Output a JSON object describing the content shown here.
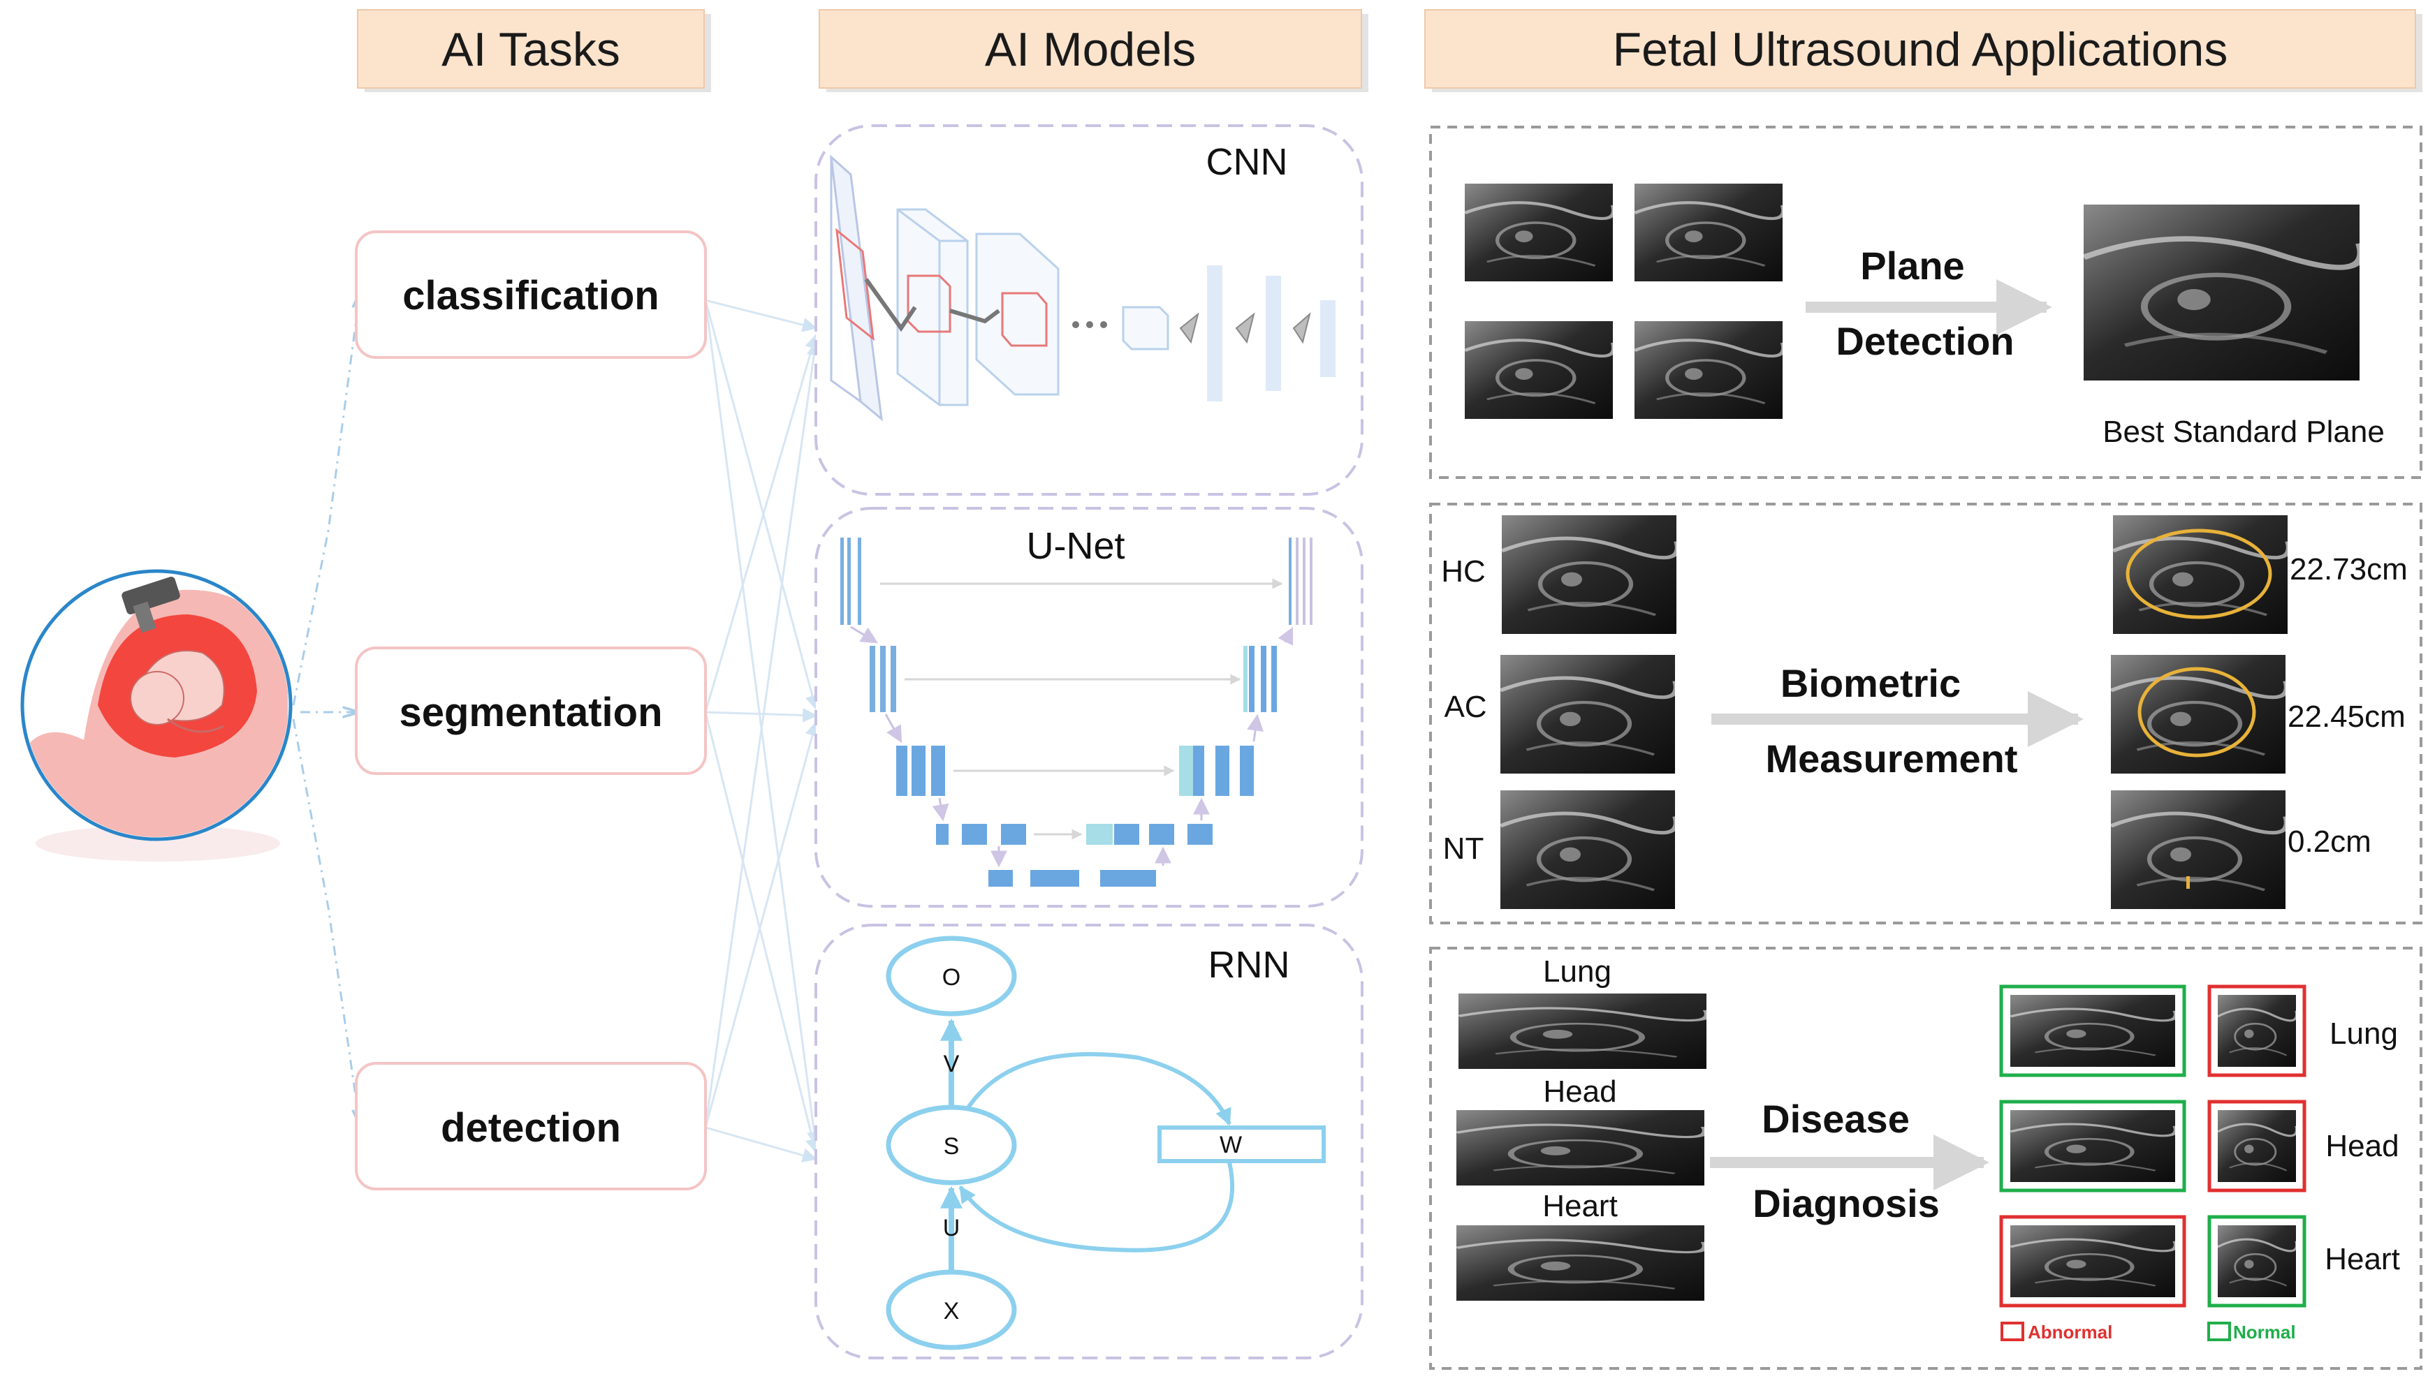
{
  "headers": {
    "tasks": "AI Tasks",
    "models": "AI Models",
    "applications": "Fetal Ultrasound Applications"
  },
  "tasks": [
    "classification",
    "segmentation",
    "detection"
  ],
  "models": {
    "cnn": "CNN",
    "unet": "U-Net",
    "rnn": "RNN"
  },
  "rnn": {
    "o": "O",
    "v": "V",
    "s": "S",
    "w": "W",
    "u": "U",
    "x": "X"
  },
  "plane": {
    "line1": "Plane",
    "line2": "Detection",
    "caption": "Best Standard Plane"
  },
  "biometric": {
    "line1": "Biometric",
    "line2": "Measurement",
    "rows": [
      {
        "label": "HC",
        "value": "22.73cm"
      },
      {
        "label": "AC",
        "value": "22.45cm"
      },
      {
        "label": "NT",
        "value": "0.2cm"
      }
    ]
  },
  "disease": {
    "line1": "Disease",
    "line2": "Diagnosis",
    "organs": [
      "Lung",
      "Head",
      "Heart"
    ],
    "legend": {
      "abnormal": "Abnormal",
      "normal": "Normal"
    }
  },
  "colors": {
    "header_bg": "#fbe3cc",
    "task_border": "#f4c4c4",
    "model_border": "#c9c2e3",
    "app_border": "#9a9a9a",
    "accent_blue": "#8cd0ee",
    "abnormal": "#e03030",
    "normal": "#1fae4a",
    "measure": "#e8b23a"
  }
}
